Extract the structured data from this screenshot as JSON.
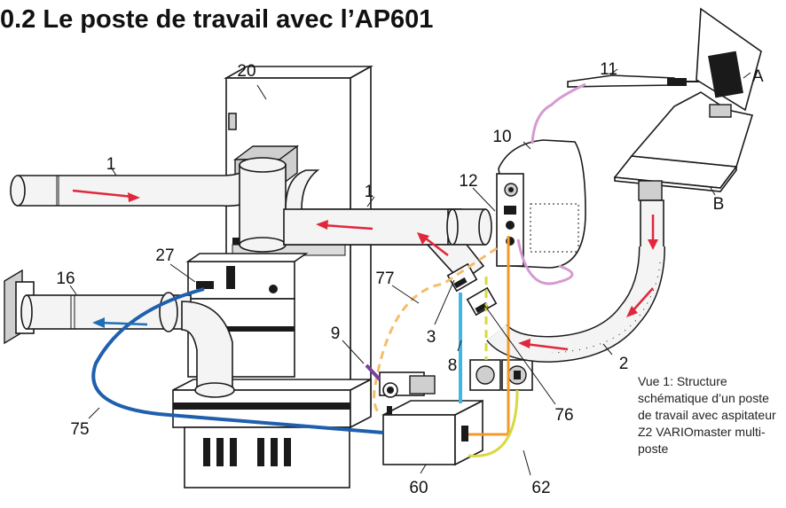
{
  "title": "0.2 Le poste de travail avec l’AP601",
  "caption": "Vue 1: Structure schématique d’un poste de travail avec aspitateur Z2 VARIOmaster multi-poste",
  "labels": {
    "l20": "20",
    "l11": "11",
    "lA": "A",
    "l10": "10",
    "l1a": "1",
    "l1b": "1",
    "l12": "12",
    "lB": "B",
    "l27": "27",
    "l16": "16",
    "l77": "77",
    "l9": "9",
    "l3": "3",
    "l8": "8",
    "l2": "2",
    "l76": "76",
    "l75": "75",
    "l60": "60",
    "l62": "62"
  },
  "colors": {
    "air_flow_in": "#e0273b",
    "air_flow_out": "#1f6fb5",
    "cable_blue": "#1f5fad",
    "cable_orange": "#f39a2a",
    "cable_dashed_orange": "#f5bd6a",
    "cable_yellow": "#d8d93e",
    "cable_cyan": "#3fb6e3",
    "cable_pink": "#d59ad1",
    "cable_purple": "#7b3fa0"
  }
}
